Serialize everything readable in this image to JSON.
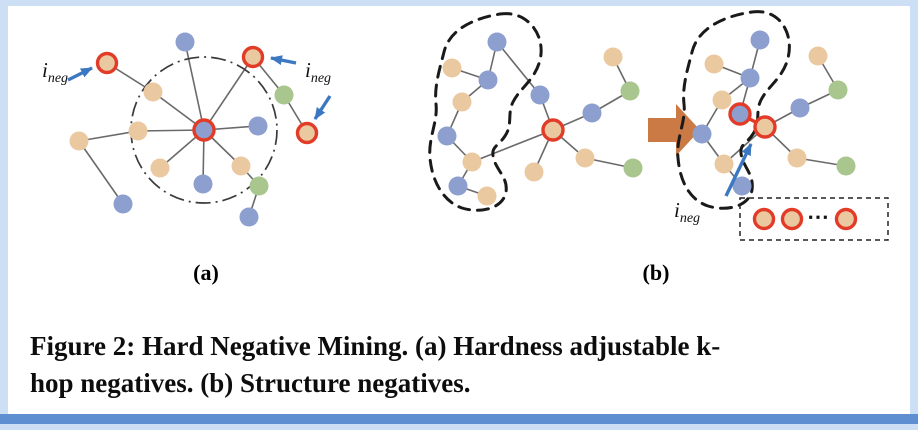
{
  "figure": {
    "i_neg": {
      "base": "i",
      "sub": "neg"
    },
    "ellipsis": "⋯",
    "panel_a_label": "(a)",
    "panel_b_label": "(b)"
  },
  "caption": {
    "line1": "Figure 2: Hard Negative Mining. (a) Hardness adjustable k-",
    "line2": "hop negatives. (b) Structure negatives."
  },
  "colors": {
    "node_blue": "#8d9fce",
    "node_orange": "#ebc9a0",
    "node_green": "#a8c68e",
    "ring_red": "#e23b28",
    "edge_gray": "#6a6a6a",
    "arrow_blue": "#3c78c2",
    "arrow_orange": "#cc7a45",
    "outline_black": "#1a1a1a",
    "frame_blue": "#ccdff4",
    "bottom_bar_blue": "#5d8fd1",
    "caption_text": "#0d0d0d"
  }
}
